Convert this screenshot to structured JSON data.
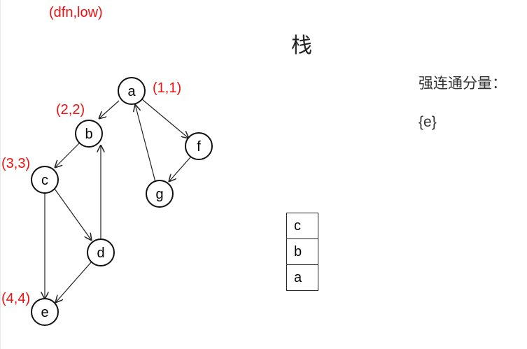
{
  "header_label": "(dfn,low)",
  "stack_title": "栈",
  "scc_title": "强连通分量：",
  "scc_items": [
    "{e}"
  ],
  "stack_items": [
    "c",
    "b",
    "a"
  ],
  "nodes": [
    {
      "id": "a",
      "label": "a",
      "annotation": "(1,1)"
    },
    {
      "id": "b",
      "label": "b",
      "annotation": "(2,2)"
    },
    {
      "id": "c",
      "label": "c",
      "annotation": "(3,3)"
    },
    {
      "id": "d",
      "label": "d",
      "annotation": ""
    },
    {
      "id": "e",
      "label": "e",
      "annotation": "(4,4)"
    },
    {
      "id": "f",
      "label": "f",
      "annotation": ""
    },
    {
      "id": "g",
      "label": "g",
      "annotation": ""
    }
  ],
  "edges": [
    {
      "from": "a",
      "to": "b"
    },
    {
      "from": "a",
      "to": "f"
    },
    {
      "from": "f",
      "to": "g"
    },
    {
      "from": "g",
      "to": "a"
    },
    {
      "from": "b",
      "to": "c"
    },
    {
      "from": "c",
      "to": "d"
    },
    {
      "from": "c",
      "to": "e"
    },
    {
      "from": "d",
      "to": "b"
    },
    {
      "from": "d",
      "to": "e"
    }
  ],
  "colors": {
    "annotation": "#ee1111",
    "stroke": "#222222"
  }
}
